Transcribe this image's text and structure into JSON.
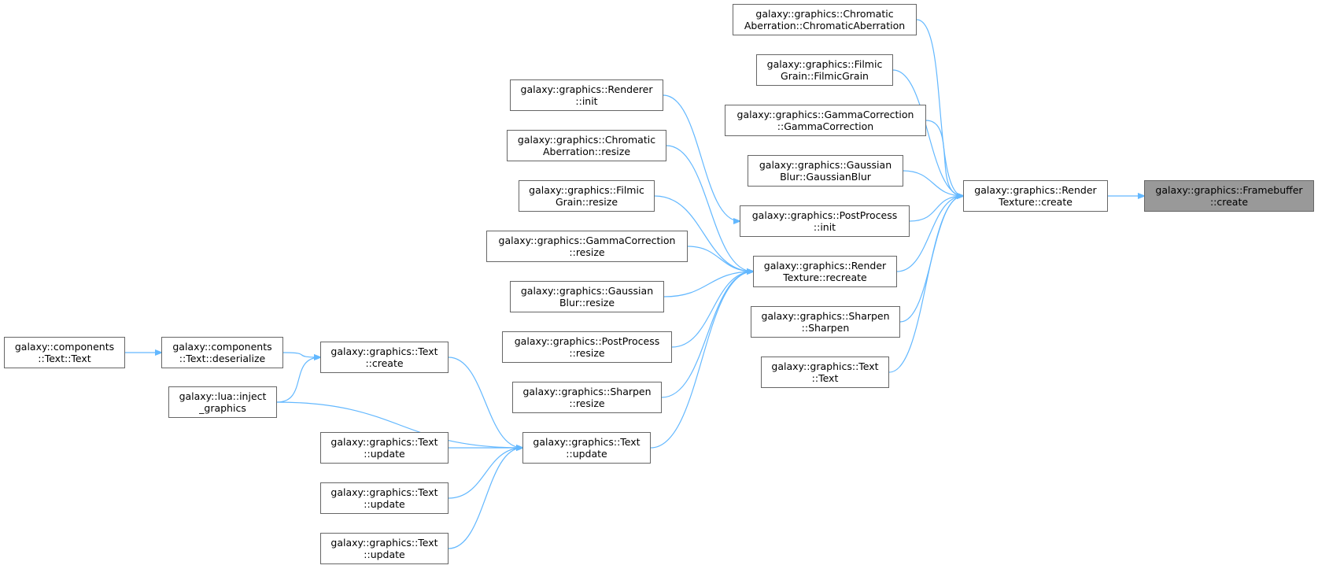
{
  "colors": {
    "edge": "#63b8ff",
    "node_border": "#666666",
    "current_node_fill": "#999999"
  },
  "nodes": {
    "framebuffer_create": {
      "line1": "galaxy::graphics::Framebuffer",
      "line2": "::create"
    },
    "rendertexture_create": {
      "line1": "galaxy::graphics::Render",
      "line2": "Texture::create"
    },
    "chromatic_ctor": {
      "line1": "galaxy::graphics::Chromatic",
      "line2": "Aberration::ChromaticAberration"
    },
    "filmic_ctor": {
      "line1": "galaxy::graphics::Filmic",
      "line2": "Grain::FilmicGrain"
    },
    "gamma_ctor": {
      "line1": "galaxy::graphics::GammaCorrection",
      "line2": "::GammaCorrection"
    },
    "gaussian_ctor": {
      "line1": "galaxy::graphics::Gaussian",
      "line2": "Blur::GaussianBlur"
    },
    "postprocess_init": {
      "line1": "galaxy::graphics::PostProcess",
      "line2": "::init"
    },
    "rendertexture_recreate": {
      "line1": "galaxy::graphics::Render",
      "line2": "Texture::recreate"
    },
    "sharpen_ctor": {
      "line1": "galaxy::graphics::Sharpen",
      "line2": "::Sharpen"
    },
    "text_ctor": {
      "line1": "galaxy::graphics::Text",
      "line2": "::Text"
    },
    "renderer_init": {
      "line1": "galaxy::graphics::Renderer",
      "line2": "::init"
    },
    "chromatic_resize": {
      "line1": "galaxy::graphics::Chromatic",
      "line2": "Aberration::resize"
    },
    "filmic_resize": {
      "line1": "galaxy::graphics::Filmic",
      "line2": "Grain::resize"
    },
    "gamma_resize": {
      "line1": "galaxy::graphics::GammaCorrection",
      "line2": "::resize"
    },
    "gaussian_resize": {
      "line1": "galaxy::graphics::Gaussian",
      "line2": "Blur::resize"
    },
    "postprocess_resize": {
      "line1": "galaxy::graphics::PostProcess",
      "line2": "::resize"
    },
    "sharpen_resize": {
      "line1": "galaxy::graphics::Sharpen",
      "line2": "::resize"
    },
    "text_update_main": {
      "line1": "galaxy::graphics::Text",
      "line2": "::update"
    },
    "text_create": {
      "line1": "galaxy::graphics::Text",
      "line2": "::create"
    },
    "lua_inject": {
      "line1": "galaxy::lua::inject",
      "line2": "_graphics"
    },
    "text_update_a": {
      "line1": "galaxy::graphics::Text",
      "line2": "::update"
    },
    "text_update_b": {
      "line1": "galaxy::graphics::Text",
      "line2": "::update"
    },
    "text_update_c": {
      "line1": "galaxy::graphics::Text",
      "line2": "::update"
    },
    "comp_text_deserialize": {
      "line1": "galaxy::components",
      "line2": "::Text::deserialize"
    },
    "comp_text_ctor": {
      "line1": "galaxy::components",
      "line2": "::Text::Text"
    }
  },
  "edges": [
    [
      "rendertexture_create",
      "framebuffer_create"
    ],
    [
      "chromatic_ctor",
      "rendertexture_create"
    ],
    [
      "filmic_ctor",
      "rendertexture_create"
    ],
    [
      "gamma_ctor",
      "rendertexture_create"
    ],
    [
      "gaussian_ctor",
      "rendertexture_create"
    ],
    [
      "postprocess_init",
      "rendertexture_create"
    ],
    [
      "rendertexture_recreate",
      "rendertexture_create"
    ],
    [
      "sharpen_ctor",
      "rendertexture_create"
    ],
    [
      "text_ctor",
      "rendertexture_create"
    ],
    [
      "renderer_init",
      "postprocess_init"
    ],
    [
      "chromatic_resize",
      "rendertexture_recreate"
    ],
    [
      "filmic_resize",
      "rendertexture_recreate"
    ],
    [
      "gamma_resize",
      "rendertexture_recreate"
    ],
    [
      "gaussian_resize",
      "rendertexture_recreate"
    ],
    [
      "postprocess_resize",
      "rendertexture_recreate"
    ],
    [
      "sharpen_resize",
      "rendertexture_recreate"
    ],
    [
      "text_update_main",
      "rendertexture_recreate"
    ],
    [
      "text_create",
      "text_update_main"
    ],
    [
      "lua_inject",
      "text_update_main"
    ],
    [
      "text_update_a",
      "text_update_main"
    ],
    [
      "text_update_b",
      "text_update_main"
    ],
    [
      "text_update_c",
      "text_update_main"
    ],
    [
      "comp_text_deserialize",
      "text_create"
    ],
    [
      "lua_inject",
      "text_create"
    ],
    [
      "comp_text_ctor",
      "comp_text_deserialize"
    ]
  ]
}
